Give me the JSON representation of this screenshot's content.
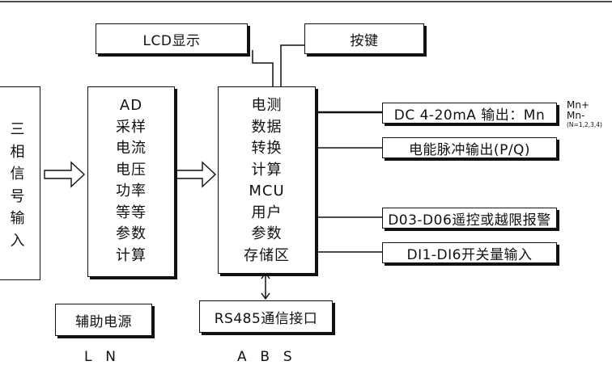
{
  "lcd": "LCD显示",
  "keys": "按键",
  "input_chars": [
    "三",
    "相",
    "信",
    "号",
    "输",
    "入"
  ],
  "ad_lines": [
    "AD",
    "采样",
    "电流",
    "电压",
    "功率",
    "等等",
    "参数",
    "计算"
  ],
  "mcu_lines": [
    "电测",
    "数据",
    "转换",
    "计算",
    "MCU",
    "用户",
    "参数",
    "存储区"
  ],
  "outputs": {
    "analog": "DC 4-20mA 输出：Mn",
    "pulse": "电能脉冲输出(P/Q)",
    "relay": "D03-D06遥控或越限报警",
    "digital_in": "DI1-DI6开关量输入"
  },
  "mn_note": {
    "plus": "Mn+",
    "minus": "Mn-",
    "n": "(N=1,2,3,4)"
  },
  "power": {
    "label": "辅助电源",
    "terminals": "L  N"
  },
  "rs485": {
    "label": "RS485通信接口",
    "terminals": "A  B  S"
  }
}
